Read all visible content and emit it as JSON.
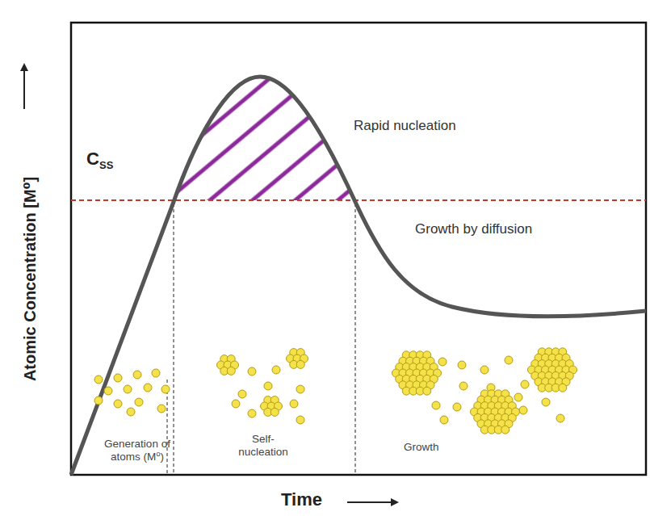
{
  "diagram": {
    "labels": [
      "Atomic Concentration [M⁰]",
      "Time",
      "C",
      "SS",
      "Rapid nucleation",
      "Growth by diffusion",
      "Generation of atoms (M⁰)",
      "Self- nucleation",
      "Growth"
    ]
  }
}
